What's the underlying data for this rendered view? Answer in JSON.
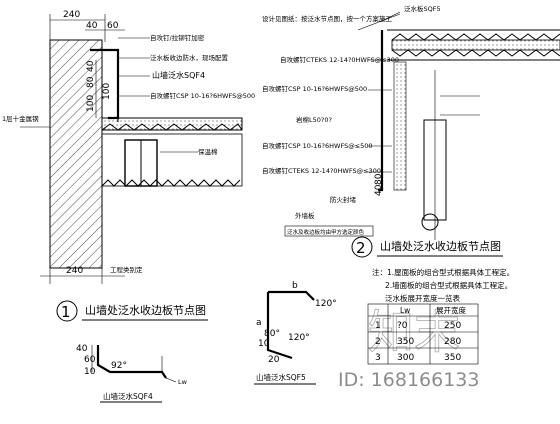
{
  "left_detail": {
    "dims": {
      "top_width": "240",
      "top_40": "40",
      "top_60": "60",
      "side_100": "100",
      "side_80": "80",
      "side_40": "40",
      "side_100b": "100",
      "bottom_width": "240"
    },
    "labels": {
      "l1": "自攻钉/拉铆钉加密",
      "l2": "泛水板收边防水，现场配置",
      "l3": "山墙泛水SQF4",
      "l4": "自攻螺钉CSP 10-16?6HWFS@500",
      "l5": "1层十金属钢",
      "l6": "保温棉",
      "l7": "工程类别定"
    },
    "title_num": "1",
    "title": "山墙处泛水收边板节点图"
  },
  "right_detail": {
    "top_labels": {
      "t1": "设计见图纸：按泛水节点图，按一个方案施工",
      "t2": "泛水板SQF5"
    },
    "labels": {
      "r1": "自攻螺钉CTEKS 12-14?0HWFS@≤300",
      "r2": "自攻螺钉CSP 10-16?6HWFS@500",
      "r3": "岩棉L50?0?",
      "r4": "自攻螺钉CSP 10-16?6HWFS@≤500",
      "r5": "自攻螺钉CTEKS 12-14?0HWFS@≤300",
      "r6": "防火封堵",
      "r7": "外墙板",
      "r8": "泛水及收边板均由甲方选定颜色"
    },
    "dim_40": "40",
    "dim_80": "80",
    "title_num": "2",
    "title": "山墙处泛水收边板节点图"
  },
  "notes": {
    "n1": "注：1.屋面板的组合型式根据具体工程定。",
    "n2": "2.墙面板的组合型式根据具体工程定。",
    "n3": "泛水板展开宽度一览表",
    "table": {
      "header": [
        "",
        "Lw",
        "展开宽度"
      ],
      "rows": [
        [
          "1",
          "?0",
          "250"
        ],
        [
          "2",
          "350",
          "280"
        ],
        [
          "3",
          "300",
          "350"
        ]
      ]
    }
  },
  "sqf4": {
    "dims": {
      "a": "40",
      "b": "60",
      "c": "10",
      "angle": "92°",
      "lw": "Lw"
    },
    "label": "山墙泛水SQF4"
  },
  "sqf5": {
    "dims": {
      "b": "b",
      "a": "a",
      "angle1": "120°",
      "angle2": "120°",
      "d80": "80°",
      "d10": "10",
      "d20": "20"
    },
    "label": "山墙泛水SQF5"
  },
  "watermark": {
    "logo": "知末",
    "id": "ID: 168166133"
  }
}
